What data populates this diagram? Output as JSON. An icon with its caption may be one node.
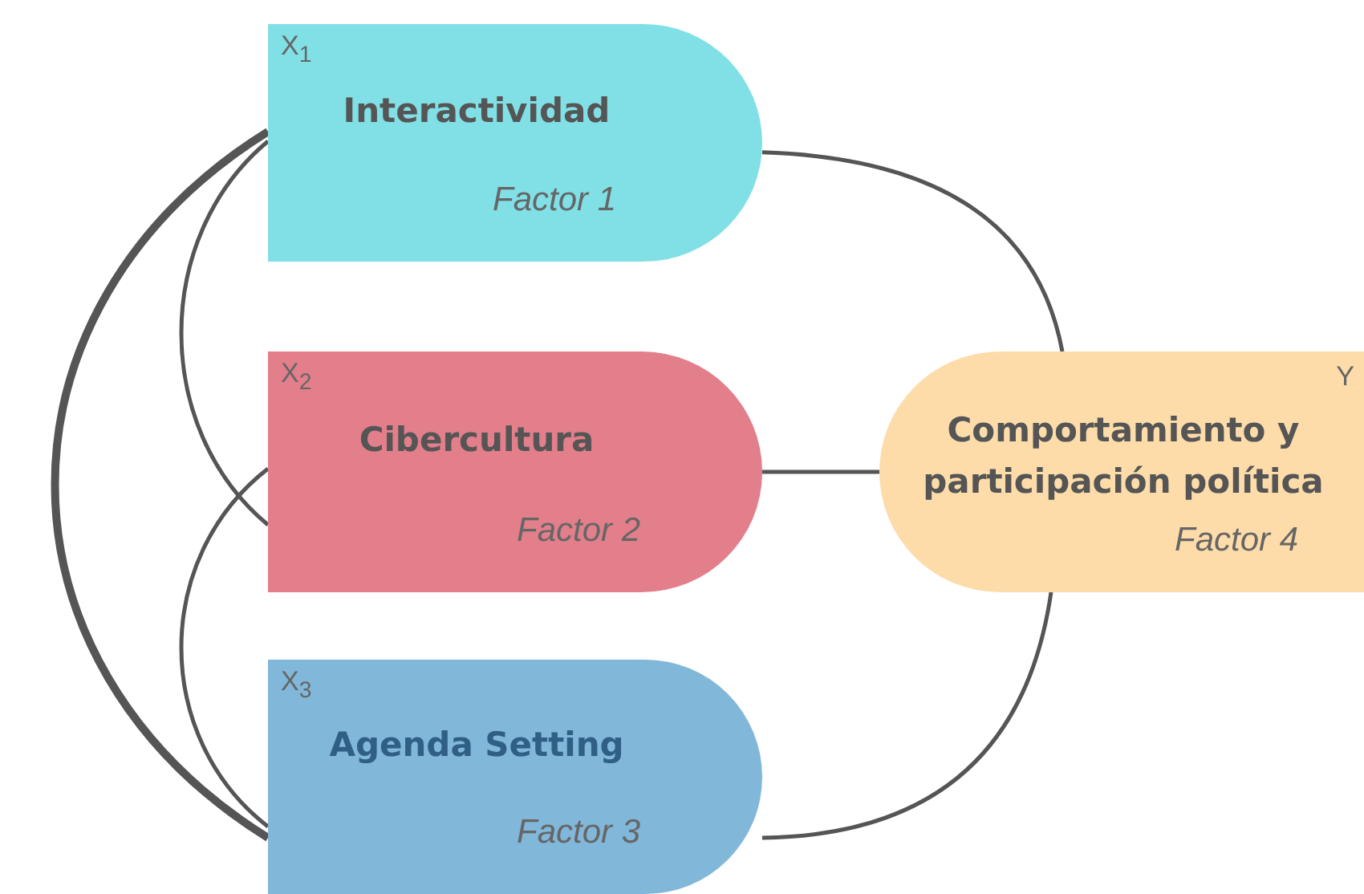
{
  "diagram": {
    "nodes": [
      {
        "text": [
          "X$_{1}$",
          "Interactividad",
          "Factor 1"
        ]
      },
      {
        "text": [
          "X$_{2}$",
          "Cibercultura",
          "Factor 2"
        ]
      },
      {
        "text": [
          "X$_{3}$",
          "Agenda Setting",
          "Factor 3"
        ]
      },
      {
        "text": [
          "Y",
          "Comportamiento y participación política",
          "Factor 4"
        ]
      }
    ],
    "edges": [
      {
        "from": 0,
        "to": 3,
        "arrow": "none"
      },
      {
        "from": 1,
        "to": 3,
        "arrow": "none"
      },
      {
        "from": 2,
        "to": 3,
        "arrow": "none"
      },
      {
        "from": 0,
        "to": 1,
        "arrow": "none"
      },
      {
        "from": 1,
        "to": 2,
        "arrow": "none"
      },
      {
        "from": 0,
        "to": 2,
        "arrow": "none",
        "style": "thick"
      }
    ]
  }
}
